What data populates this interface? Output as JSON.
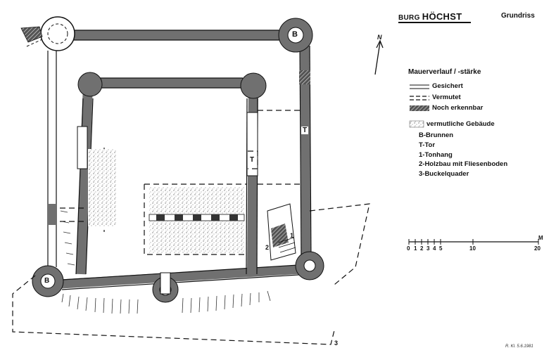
{
  "title": {
    "prefix": "BURG",
    "name": "HÖCHST",
    "subtitle": "Grundriss"
  },
  "north_label": "N",
  "legend": {
    "heading": "Mauerverlauf / -stärke",
    "walls": [
      {
        "label": "Gesichert"
      },
      {
        "label": "Vermutet"
      },
      {
        "label": "Noch erkennbar"
      }
    ],
    "buildings_label": "vermutliche Gebäude",
    "keys": [
      {
        "label": "B-Brunnen"
      },
      {
        "label": "T-Tor"
      },
      {
        "label": "1-Tonhang"
      },
      {
        "label": "2-Holzbau mit Fliesenboden"
      },
      {
        "label": "3-Buckelquader"
      }
    ]
  },
  "scale": {
    "ticks": [
      "0",
      "1",
      "2",
      "3",
      "4",
      "5",
      "10",
      "20"
    ],
    "unit": "M"
  },
  "plan_labels": {
    "well_top": "B",
    "well_bottom": "B",
    "gate_outer": "T",
    "gate_inner": "T",
    "n1": "1",
    "n2": "2",
    "n3": "3"
  },
  "signature": "R. Kl. 5.6.1981"
}
